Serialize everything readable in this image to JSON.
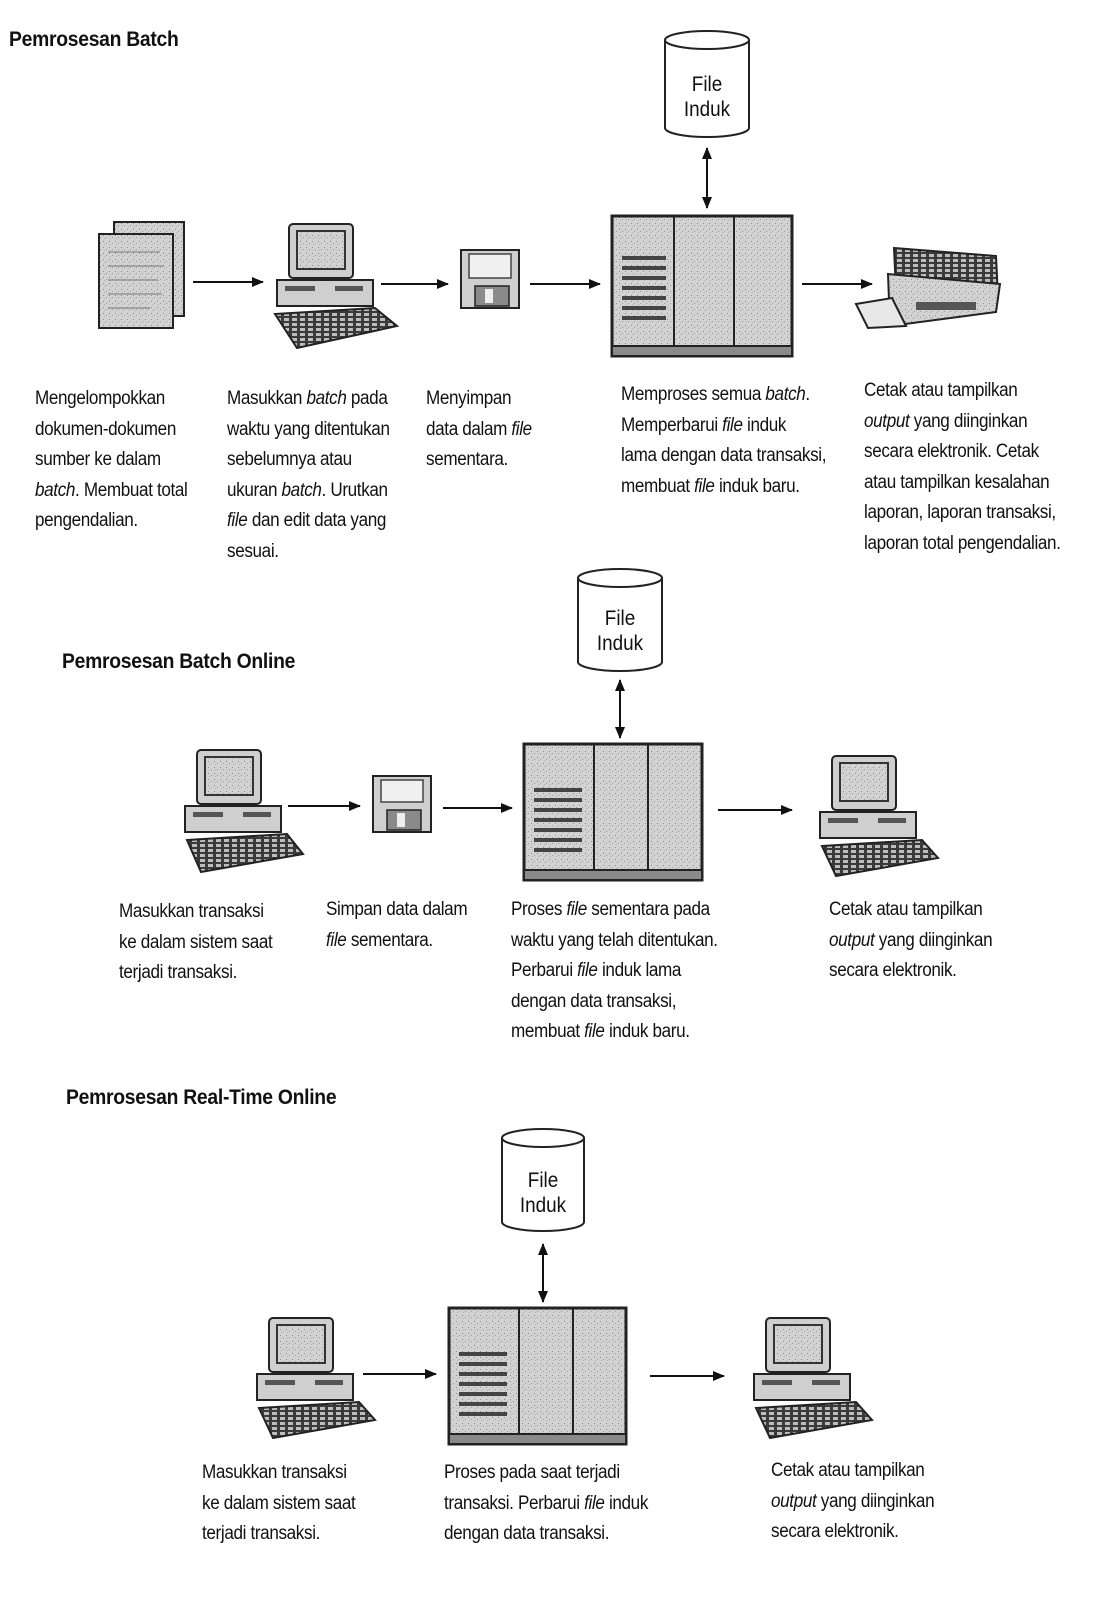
{
  "sections": [
    {
      "heading": "Pemrosesan Batch",
      "cylinder_label": [
        "File",
        "Induk"
      ],
      "steps": [
        {
          "lines": [
            [
              "Mengelompokkan"
            ],
            [
              "dokumen-dokumen"
            ],
            [
              "sumber ke dalam"
            ],
            [
              "<i>batch</i>. Membuat total"
            ],
            [
              "pengendalian."
            ]
          ]
        },
        {
          "lines": [
            [
              "Masukkan <i>batch</i> pada"
            ],
            [
              "waktu yang ditentukan"
            ],
            [
              "sebelumnya atau"
            ],
            [
              "ukuran <i>batch</i>. Urutkan"
            ],
            [
              "<i>file</i> dan edit data yang"
            ],
            [
              "sesuai."
            ]
          ]
        },
        {
          "lines": [
            [
              "Menyimpan"
            ],
            [
              "data dalam <i>file</i>"
            ],
            [
              "sementara."
            ]
          ]
        },
        {
          "lines": [
            [
              "Memproses semua <i>batch</i>."
            ],
            [
              "Memperbarui <i>file</i> induk"
            ],
            [
              "lama dengan data transaksi,"
            ],
            [
              "membuat <i>file</i> induk baru."
            ]
          ]
        },
        {
          "lines": [
            [
              "Cetak atau tampilkan"
            ],
            [
              "<i>output</i> yang diinginkan"
            ],
            [
              "secara elektronik. Cetak"
            ],
            [
              "atau tampilkan kesalahan"
            ],
            [
              "laporan, laporan transaksi,"
            ],
            [
              "laporan total pengendalian."
            ]
          ]
        }
      ]
    },
    {
      "heading": "Pemrosesan Batch Online",
      "cylinder_label": [
        "File",
        "Induk"
      ],
      "steps": [
        {
          "lines": [
            [
              "Masukkan transaksi"
            ],
            [
              "ke dalam sistem saat"
            ],
            [
              "terjadi transaksi."
            ]
          ]
        },
        {
          "lines": [
            [
              "Simpan data dalam"
            ],
            [
              "<i>file</i> sementara."
            ]
          ]
        },
        {
          "lines": [
            [
              "Proses <i>file</i> sementara pada"
            ],
            [
              "waktu yang telah ditentukan."
            ],
            [
              "Perbarui <i>file</i> induk lama"
            ],
            [
              "dengan data transaksi,"
            ],
            [
              "membuat <i>file</i> induk baru."
            ]
          ]
        },
        {
          "lines": [
            [
              "Cetak atau tampilkan"
            ],
            [
              "<i>output</i> yang diinginkan"
            ],
            [
              "secara elektronik."
            ]
          ]
        }
      ]
    },
    {
      "heading": "Pemrosesan Real-Time Online",
      "cylinder_label": [
        "File",
        "Induk"
      ],
      "steps": [
        {
          "lines": [
            [
              "Masukkan transaksi"
            ],
            [
              "ke dalam sistem saat"
            ],
            [
              "terjadi transaksi."
            ]
          ]
        },
        {
          "lines": [
            [
              "Proses pada saat terjadi"
            ],
            [
              "transaksi. Perbarui <i>file</i> induk"
            ],
            [
              "dengan data transaksi."
            ]
          ]
        },
        {
          "lines": [
            [
              "Cetak atau tampilkan"
            ],
            [
              "<i>output</i> yang diinginkan"
            ],
            [
              "secara elektronik."
            ]
          ]
        }
      ]
    }
  ],
  "colors": {
    "ink": "#111111",
    "device_fill": "#d8d8d8",
    "device_dark": "#6a6a6a",
    "paper": "#ffffff"
  },
  "icons": {
    "documents": "documents-icon",
    "computer": "computer-icon",
    "floppy": "floppy-disk-icon",
    "mainframe": "mainframe-icon",
    "printer": "printer-icon",
    "database": "database-cylinder-icon"
  }
}
